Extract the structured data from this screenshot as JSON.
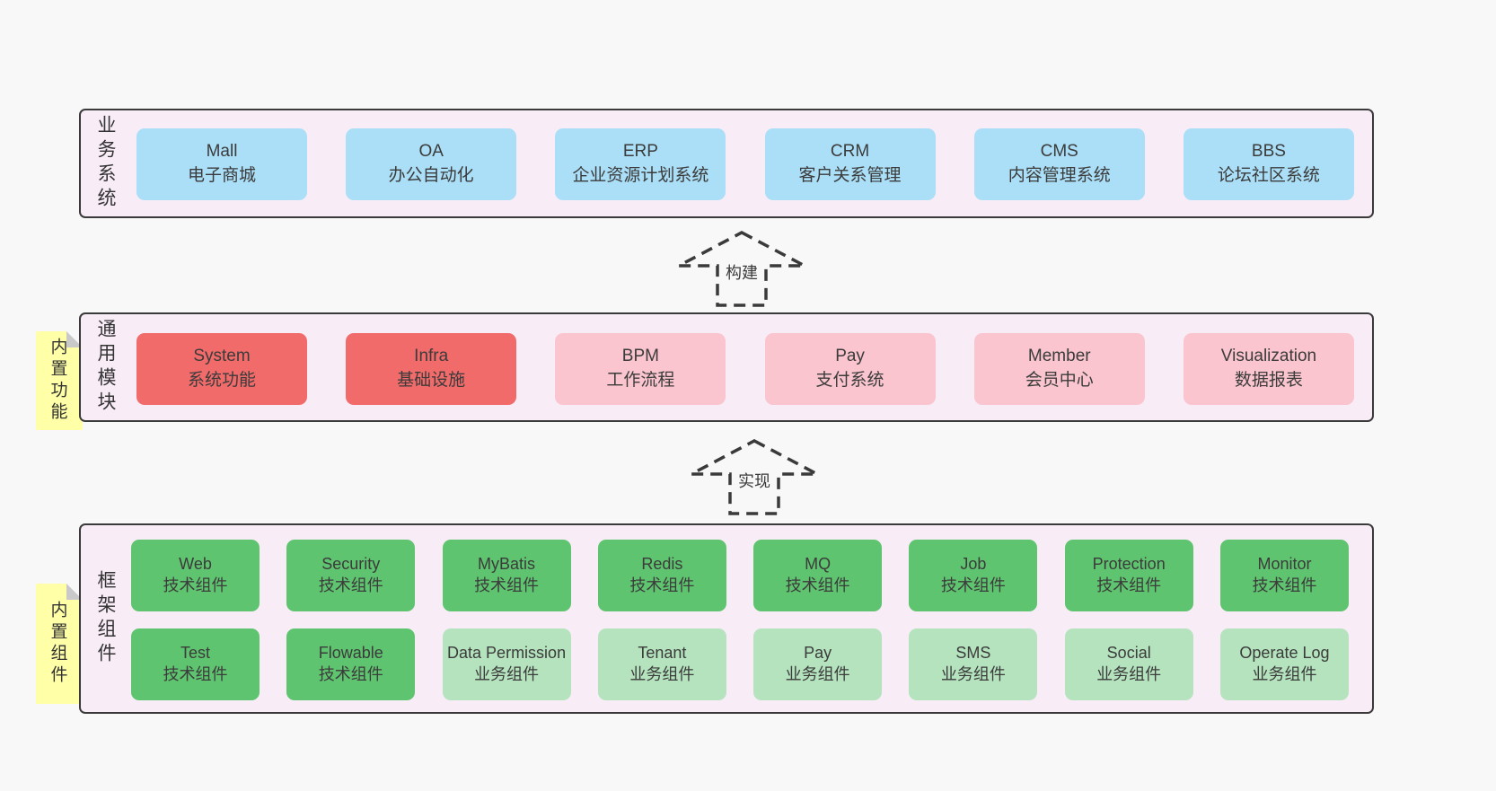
{
  "colors": {
    "page_bg": "#f8f8f8",
    "container_bg": "#f8edf7",
    "container_border": "#3a3a3a",
    "sticky_bg": "#ffffa8",
    "text": "#3b3b3b",
    "variant": {
      "blue": "#abdff7",
      "red": "#f26b6b",
      "pink": "#fac5ce",
      "green": "#5fc46f",
      "light_green": "#b4e3be"
    }
  },
  "arrows": [
    {
      "label": "构建"
    },
    {
      "label": "实现"
    }
  ],
  "layers": [
    {
      "label": "业务系统",
      "sticky": "",
      "rows": [
        [
          {
            "title": "Mall",
            "subtitle": "电子商城",
            "variant": "blue"
          },
          {
            "title": "OA",
            "subtitle": "办公自动化",
            "variant": "blue"
          },
          {
            "title": "ERP",
            "subtitle": "企业资源计划系统",
            "variant": "blue"
          },
          {
            "title": "CRM",
            "subtitle": "客户关系管理",
            "variant": "blue"
          },
          {
            "title": "CMS",
            "subtitle": "内容管理系统",
            "variant": "blue"
          },
          {
            "title": "BBS",
            "subtitle": "论坛社区系统",
            "variant": "blue"
          }
        ]
      ]
    },
    {
      "label": "通用模块",
      "sticky": "内置功能",
      "rows": [
        [
          {
            "title": "System",
            "subtitle": "系统功能",
            "variant": "red"
          },
          {
            "title": "Infra",
            "subtitle": "基础设施",
            "variant": "red"
          },
          {
            "title": "BPM",
            "subtitle": "工作流程",
            "variant": "pink"
          },
          {
            "title": "Pay",
            "subtitle": "支付系统",
            "variant": "pink"
          },
          {
            "title": "Member",
            "subtitle": "会员中心",
            "variant": "pink"
          },
          {
            "title": "Visualization",
            "subtitle": "数据报表",
            "variant": "pink"
          }
        ]
      ]
    },
    {
      "label": "框架组件",
      "sticky": "内置组件",
      "rows": [
        [
          {
            "title": "Web",
            "subtitle": "技术组件",
            "variant": "green"
          },
          {
            "title": "Security",
            "subtitle": "技术组件",
            "variant": "green"
          },
          {
            "title": "MyBatis",
            "subtitle": "技术组件",
            "variant": "green"
          },
          {
            "title": "Redis",
            "subtitle": "技术组件",
            "variant": "green"
          },
          {
            "title": "MQ",
            "subtitle": "技术组件",
            "variant": "green"
          },
          {
            "title": "Job",
            "subtitle": "技术组件",
            "variant": "green"
          },
          {
            "title": "Protection",
            "subtitle": "技术组件",
            "variant": "green"
          },
          {
            "title": "Monitor",
            "subtitle": "技术组件",
            "variant": "green"
          }
        ],
        [
          {
            "title": "Test",
            "subtitle": "技术组件",
            "variant": "green"
          },
          {
            "title": "Flowable",
            "subtitle": "技术组件",
            "variant": "green"
          },
          {
            "title": "Data Permission",
            "subtitle": "业务组件",
            "variant": "light_green"
          },
          {
            "title": "Tenant",
            "subtitle": "业务组件",
            "variant": "light_green"
          },
          {
            "title": "Pay",
            "subtitle": "业务组件",
            "variant": "light_green"
          },
          {
            "title": "SMS",
            "subtitle": "业务组件",
            "variant": "light_green"
          },
          {
            "title": "Social",
            "subtitle": "业务组件",
            "variant": "light_green"
          },
          {
            "title": "Operate Log",
            "subtitle": "业务组件",
            "variant": "light_green"
          }
        ]
      ]
    }
  ]
}
